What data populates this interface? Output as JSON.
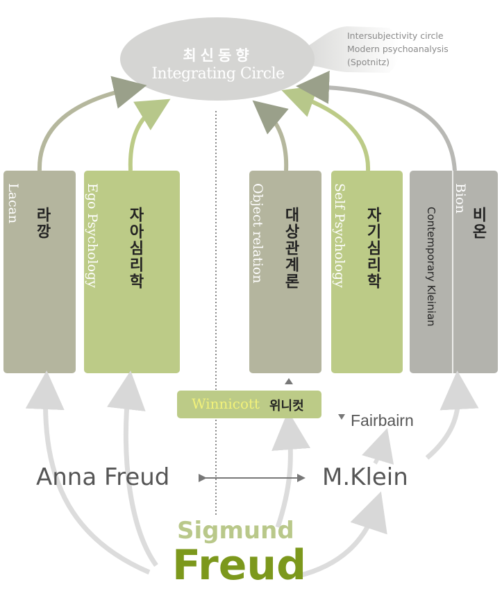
{
  "center": {
    "title_ko": "최신동향",
    "title_en": "Integrating Circle",
    "note_lines": [
      "Intersubjectivity circle",
      "Modern psychoanalysis",
      "(Spotnitz)"
    ]
  },
  "columns": [
    {
      "name_en": "Lacan",
      "name_ko": "라깡"
    },
    {
      "name_en": "Ego Psychology",
      "name_ko": "자아심리학"
    },
    {
      "name_en": "Object relation",
      "name_ko": "대상관계론"
    },
    {
      "name_en": "Self Psychology",
      "name_ko": "자기심리학"
    },
    {
      "name_en": "Bion",
      "name_ko": "비온",
      "sub_en": "Contemporary Kleinian"
    }
  ],
  "winnicott": {
    "en": "Winnicott",
    "ko": "위니컷"
  },
  "fairbairn": "Fairbairn",
  "people": {
    "anna": "Anna Freud",
    "klein": "M.Klein"
  },
  "founder": {
    "first": "Sigmund",
    "last": "Freud"
  },
  "colors": {
    "gray_column": "#b4b59e",
    "green_column": "#bccb87",
    "bion_column": "#b3b3ad",
    "freud_text": "#7c981c",
    "sigmund_text": "#b9c88a",
    "bubble": "#d5d5d3"
  }
}
